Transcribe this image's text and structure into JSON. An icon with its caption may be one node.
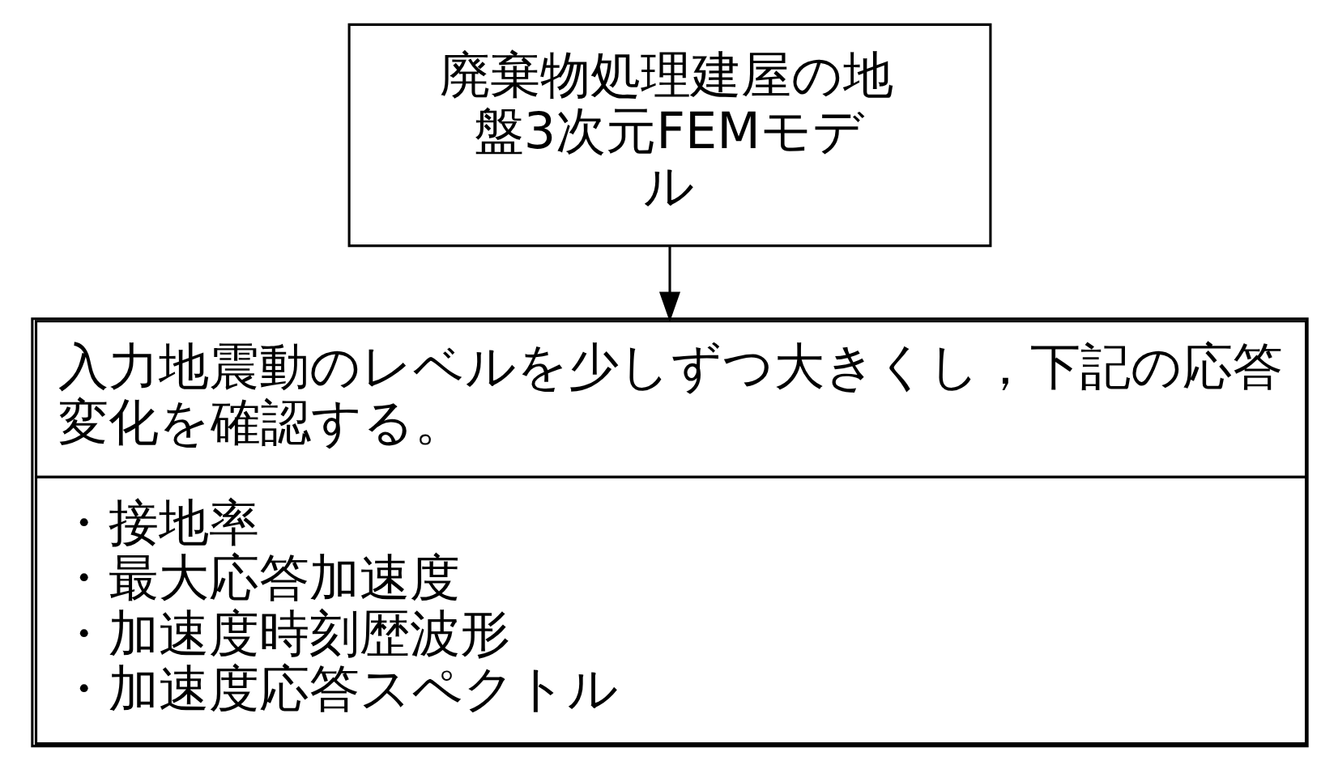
{
  "diagram": {
    "nodes": [
      {
        "text": [
          "廃棄物処理建屋の地盤3次元FEMモデル"
        ]
      },
      {
        "text": [
          "入力地震動のレベルを少しずつ大きくし，下記の応答変化を確認する。",
          "・接地率",
          "・最大応答加速度",
          "・加速度時刻歴波形",
          "・加速度応答スペクトル"
        ]
      }
    ],
    "edges": [
      {
        "from": 0,
        "to": 1,
        "arrow": "to"
      }
    ]
  }
}
